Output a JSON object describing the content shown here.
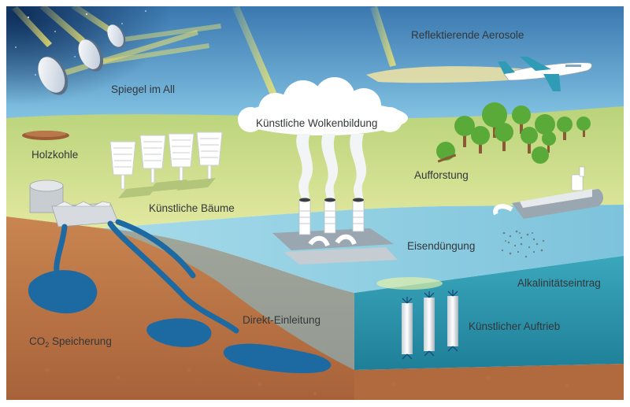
{
  "labels": {
    "space_mirrors": "Spiegel im All",
    "aerosols": "Reflektierende Aerosole",
    "cloud_seeding": "Künstliche Wolkenbildung",
    "charcoal": "Holzkohle",
    "artificial_trees": "Künstliche Bäume",
    "afforestation": "Aufforstung",
    "iron_fertilization": "Eisendüngung",
    "alkalinity": "Alkalinitätseintrag",
    "direct_injection": "Direkt-Einleitung",
    "co2_storage": {
      "prefix": "CO",
      "subscript": "2",
      "suffix": " Speicherung"
    },
    "upwelling": "Künstlicher Auftrieb"
  },
  "colors": {
    "sky_top": "#3f7fb6",
    "sky_bottom": "#a9d6ee",
    "land": "#c7dc86",
    "soil": "#cf8d55",
    "ocean_top": "#8fcfe3",
    "ocean_side": "#2e9ab0",
    "storage": "#1d6aa3",
    "sun_ray": "#f0e35a",
    "tree": "#5aaa3a"
  }
}
